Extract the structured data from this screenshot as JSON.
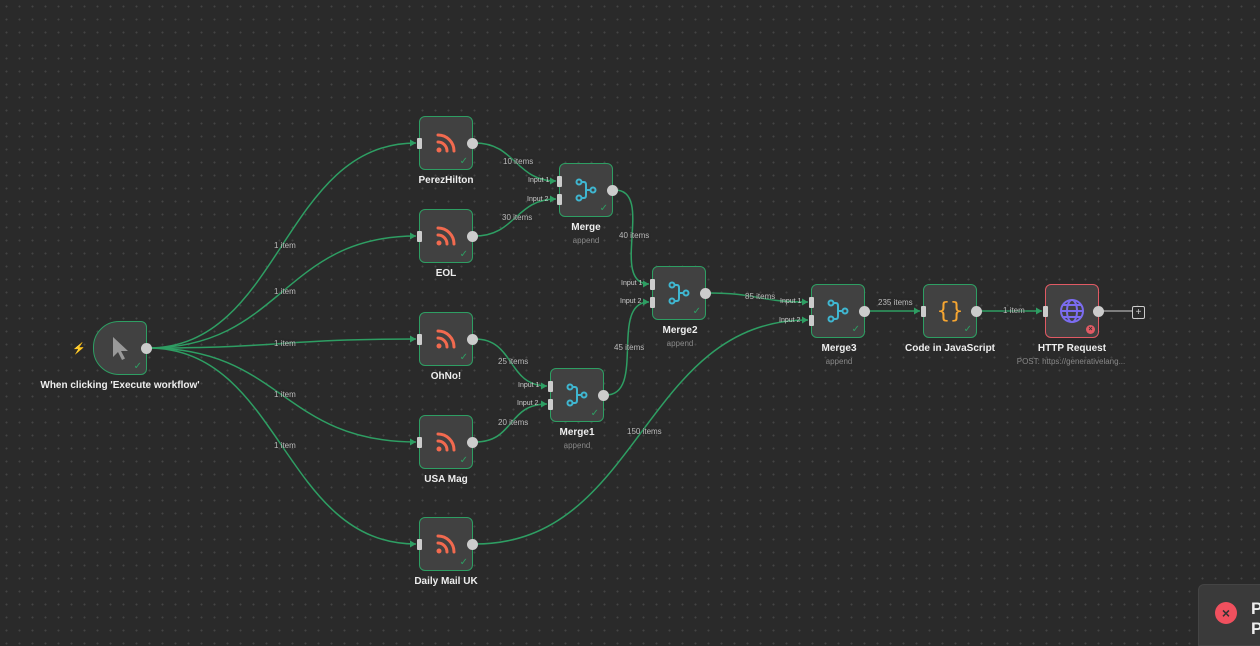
{
  "colors": {
    "edge": "#2e9e63",
    "rss": "#f26a4f",
    "merge": "#3fb6d0",
    "code": "#f7a631",
    "http": "#7b6cf0",
    "error": "#e05a64"
  },
  "nodes": {
    "trigger": {
      "title": "When clicking 'Execute workflow'",
      "icon": "cursor-icon"
    },
    "perez": {
      "title": "PerezHilton",
      "icon": "rss-icon"
    },
    "eol": {
      "title": "EOL",
      "icon": "rss-icon"
    },
    "ohno": {
      "title": "OhNo!",
      "icon": "rss-icon"
    },
    "usamag": {
      "title": "USA Mag",
      "icon": "rss-icon"
    },
    "dailymail": {
      "title": "Daily Mail UK",
      "icon": "rss-icon"
    },
    "merge": {
      "title": "Merge",
      "subtitle": "append",
      "input1": "Input 1",
      "input2": "Input 2"
    },
    "merge1": {
      "title": "Merge1",
      "subtitle": "append",
      "input1": "Input 1",
      "input2": "Input 2"
    },
    "merge2": {
      "title": "Merge2",
      "subtitle": "append",
      "input1": "Input 1",
      "input2": "Input 2"
    },
    "merge3": {
      "title": "Merge3",
      "subtitle": "append",
      "input1": "Input 1",
      "input2": "Input 2"
    },
    "code": {
      "title": "Code in JavaScript",
      "icon": "braces-icon",
      "glyph": "{}"
    },
    "http": {
      "title": "HTTP Request",
      "subtitle": "POST: https://generativelang...",
      "icon": "globe-icon"
    }
  },
  "edges": {
    "t_perez": "1 item",
    "t_eol": "1 item",
    "t_ohno": "1 item",
    "t_usamag": "1 item",
    "t_dailymail": "1 item",
    "perez_merge": "10 items",
    "eol_merge": "30 items",
    "ohno_merge1": "25 items",
    "usamag_merge1": "20 items",
    "merge_merge2": "40 items",
    "merge1_merge2": "45 items",
    "merge2_merge3": "85 items",
    "dailymail_merge3": "150 items",
    "merge3_code": "235 items",
    "code_http": "1 item"
  },
  "toast": {
    "title_partial": "P\nP"
  },
  "plus_glyph": "+",
  "bolt_glyph": "⚡"
}
